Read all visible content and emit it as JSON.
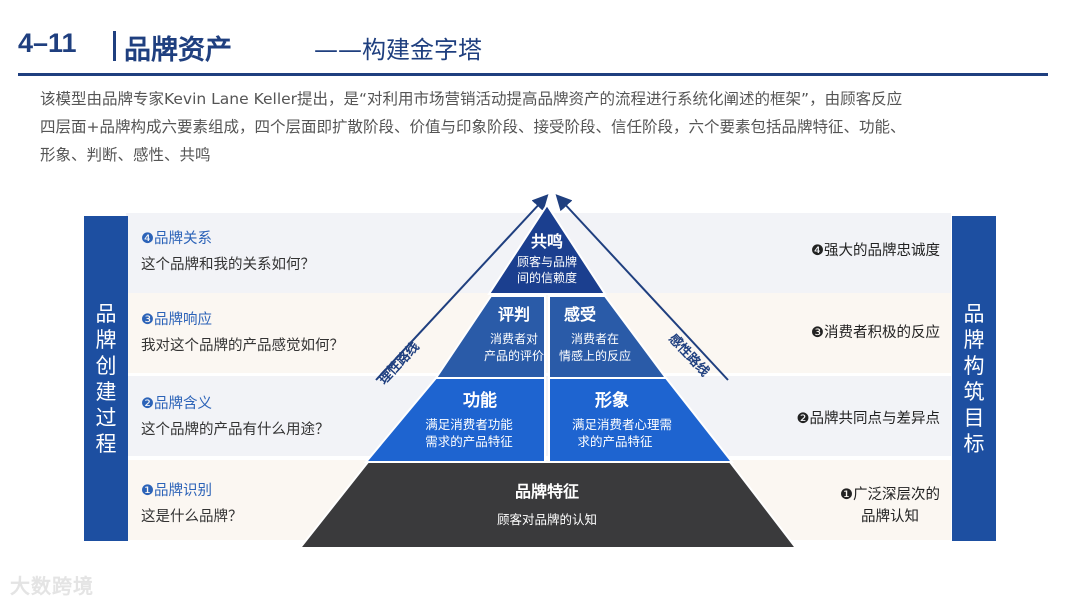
{
  "header": {
    "number": "4–11",
    "title": "品牌资产",
    "subtitle": "——构建金字塔"
  },
  "description": {
    "line1": "该模型由品牌专家Kevin Lane Keller提出，是“对利用市场营销活动提高品牌资产的流程进行系统化阐述的框架”，由顾客反应",
    "line2": "四层面+品牌构成六要素组成，四个层面即扩散阶段、价值与印象阶段、接受阶段、信任阶段，六个要素包括品牌特征、功能、",
    "line3": "形象、判断、感性、共鸣"
  },
  "left_bar": "品牌创建过程",
  "right_bar": "品牌构筑目标",
  "left_steps": [
    {
      "title": "❹品牌关系",
      "question": "这个品牌和我的关系如何？"
    },
    {
      "title": "❸品牌响应",
      "question": "我对这个品牌的产品感觉如何？"
    },
    {
      "title": "❷品牌含义",
      "question": "这个品牌的产品有什么用途？"
    },
    {
      "title": "❶品牌识别",
      "question": "这是什么品牌？"
    }
  ],
  "right_steps": [
    {
      "line1": "❹强大的品牌忠诚度",
      "line2": ""
    },
    {
      "line1": "❸消费者积极的反应",
      "line2": ""
    },
    {
      "line1": "❷品牌共同点与差异点",
      "line2": ""
    },
    {
      "line1": "❶广泛深层次的",
      "line2": "品牌认知"
    }
  ],
  "pyramid": {
    "top": {
      "title": "共鸣",
      "line1": "顾客与品牌",
      "line2": "间的信赖度"
    },
    "judgement": {
      "title": "评判",
      "line1": "消费者对",
      "line2": "产品的评价"
    },
    "feeling": {
      "title": "感受",
      "line1": "消费者在",
      "line2": "情感上的反应"
    },
    "function": {
      "title": "功能",
      "line1": "满足消费者功能",
      "line2": "需求的产品特征"
    },
    "image": {
      "title": "形象",
      "line1": "满足消费者心理需",
      "line2": "求的产品特征"
    },
    "base": {
      "title": "品牌特征",
      "line1": "顾客对品牌的认知"
    },
    "rational_route": "理性路线",
    "emotional_route": "感性路线"
  },
  "colors": {
    "navy": "#1f3f7f",
    "bar_blue": "#1d4fa1",
    "top_blue": "#1b3f8f",
    "mid_blue": "#2a5ba8",
    "low_blue": "#1e64d0",
    "base_gray": "#3a3a3c"
  },
  "watermark": "大数跨境"
}
